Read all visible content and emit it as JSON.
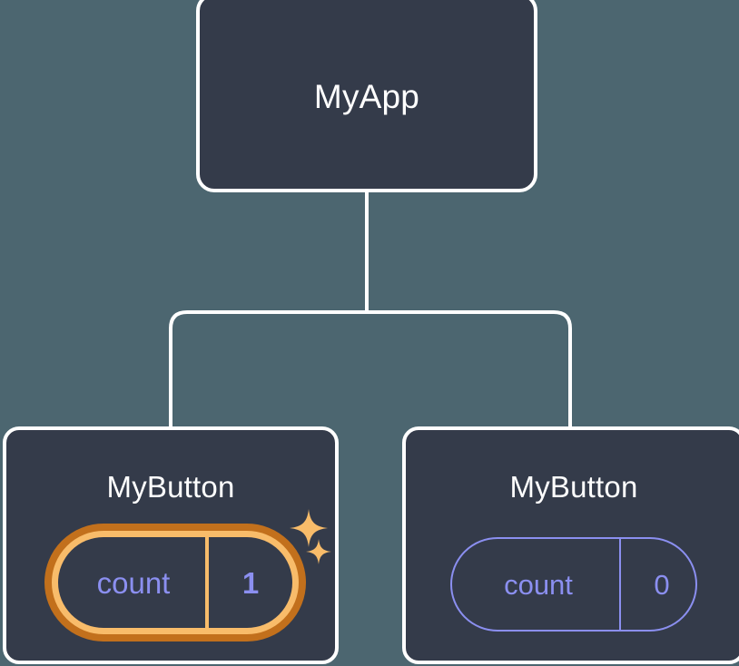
{
  "diagram": {
    "type": "react-component-tree",
    "background_color": "#4c6670",
    "node_fill_color": "#343b4a",
    "node_border_color": "#ffffff",
    "connector_color": "#ffffff",
    "accent_purple": "#8b8ff0",
    "highlight_outer_orange": "#c2701c",
    "highlight_inner_orange": "#f8bc6a"
  },
  "root": {
    "title": "MyApp"
  },
  "children": [
    {
      "title": "MyButton",
      "state": {
        "key": "count",
        "value": "1"
      },
      "highlighted": true,
      "sparkles": 2
    },
    {
      "title": "MyButton",
      "state": {
        "key": "count",
        "value": "0"
      },
      "highlighted": false,
      "sparkles": 0
    }
  ]
}
